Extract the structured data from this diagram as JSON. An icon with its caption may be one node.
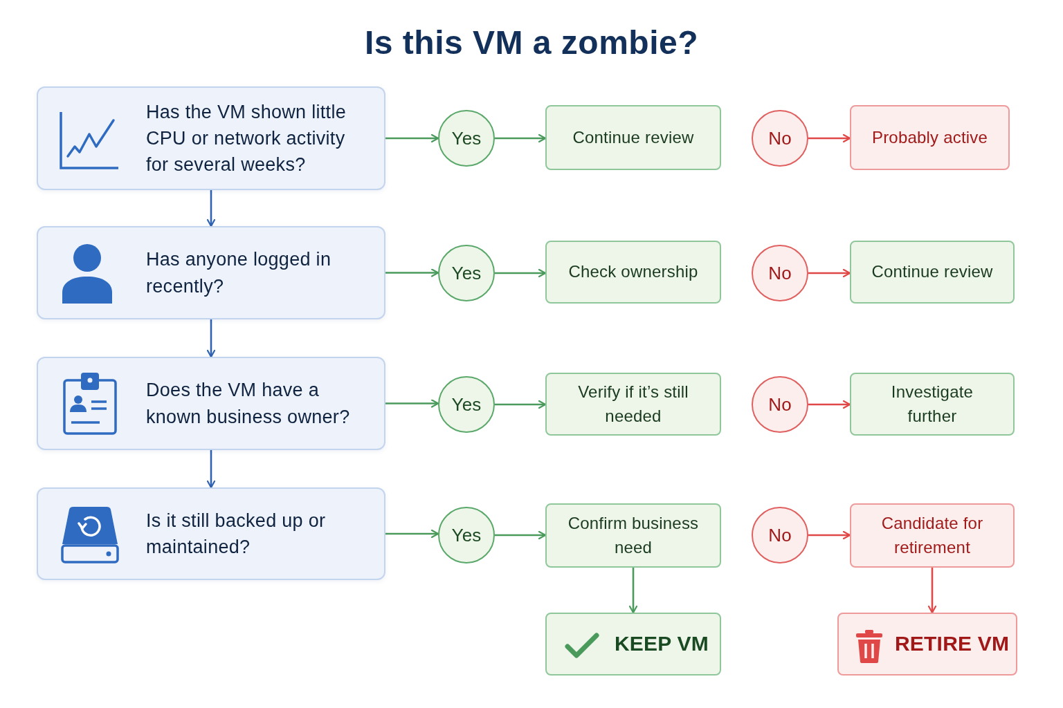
{
  "diagram": {
    "title": "Is this VM a zombie?",
    "nodes": [
      {
        "text": [
          "Has the VM shown little CPU or network activity for several weeks?"
        ]
      },
      {
        "text": [
          "Yes"
        ]
      },
      {
        "text": [
          "Continue review"
        ]
      },
      {
        "text": [
          "No"
        ]
      },
      {
        "text": [
          "Probably active"
        ]
      },
      {
        "text": [
          "Has anyone logged in recently?"
        ]
      },
      {
        "text": [
          "Yes"
        ]
      },
      {
        "text": [
          "Check ownership"
        ]
      },
      {
        "text": [
          "No"
        ]
      },
      {
        "text": [
          "Continue review"
        ]
      },
      {
        "text": [
          "Does the VM have a known business owner?"
        ]
      },
      {
        "text": [
          "Yes"
        ]
      },
      {
        "text": [
          "Verify if it’s still needed"
        ]
      },
      {
        "text": [
          "No"
        ]
      },
      {
        "text": [
          "Investigate further"
        ]
      },
      {
        "text": [
          "Is it still backed up or maintained?"
        ]
      },
      {
        "text": [
          "Yes"
        ]
      },
      {
        "text": [
          "Confirm business need"
        ]
      },
      {
        "text": [
          "No"
        ]
      },
      {
        "text": [
          "Candidate for retirement"
        ]
      },
      {
        "text": [
          "KEEP VM"
        ]
      },
      {
        "text": [
          "RETIRE VM"
        ]
      }
    ],
    "edges": [
      {
        "from": 0,
        "to": 1,
        "arrow": "to"
      },
      {
        "from": 1,
        "to": 2,
        "arrow": "to"
      },
      {
        "from": 3,
        "to": 4,
        "arrow": "to",
        "color": "#e04848"
      },
      {
        "from": 5,
        "to": 6,
        "arrow": "to"
      },
      {
        "from": 6,
        "to": 7,
        "arrow": "to"
      },
      {
        "from": 8,
        "to": 9,
        "arrow": "to",
        "color": "#e04848"
      },
      {
        "from": 10,
        "to": 11,
        "arrow": "to"
      },
      {
        "from": 11,
        "to": 12,
        "arrow": "to"
      },
      {
        "from": 13,
        "to": 14,
        "arrow": "to",
        "color": "#e04848"
      },
      {
        "from": 15,
        "to": 16,
        "arrow": "to"
      },
      {
        "from": 16,
        "to": 17,
        "arrow": "to"
      },
      {
        "from": 18,
        "to": 19,
        "arrow": "to",
        "color": "#e04848"
      },
      {
        "from": 0,
        "to": 5,
        "arrow": "to",
        "color": "#2f62b0"
      },
      {
        "from": 5,
        "to": 10,
        "arrow": "to",
        "color": "#2f62b0"
      },
      {
        "from": 10,
        "to": 15,
        "arrow": "to",
        "color": "#2f62b0"
      },
      {
        "from": 17,
        "to": 20,
        "arrow": "to"
      },
      {
        "from": 19,
        "to": 21,
        "arrow": "to",
        "color": "#e04848"
      }
    ]
  }
}
